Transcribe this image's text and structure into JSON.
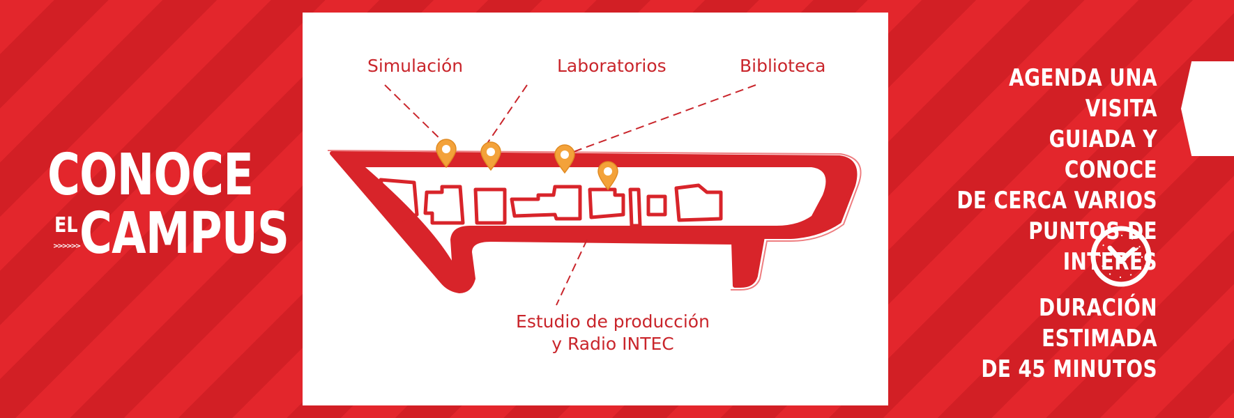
{
  "title": {
    "line1": "CONOCE",
    "el": "EL",
    "line2": "CAMPUS",
    "arrows": ">>>>>>"
  },
  "map": {
    "labels": {
      "simulacion": "Simulación",
      "laboratorios": "Laboratorios",
      "biblioteca": "Biblioteca",
      "estudio_line1": "Estudio de producción",
      "estudio_line2": "y Radio INTEC"
    }
  },
  "info": {
    "agenda_lines": [
      "AGENDA UNA VISITA",
      "GUIADA Y CONOCE",
      "DE CERCA VARIOS",
      "PUNTOS DE INTERÉS"
    ],
    "duration_lines": [
      "DURACIÓN ESTIMADA",
      "DE 45 MINUTOS"
    ],
    "icon": "clock-icon"
  },
  "colors": {
    "background": "#e3262c",
    "background_stripe": "#d21f25",
    "map_red": "#c9252b",
    "pin_orange": "#f3a23a",
    "panel_white": "#ffffff"
  }
}
